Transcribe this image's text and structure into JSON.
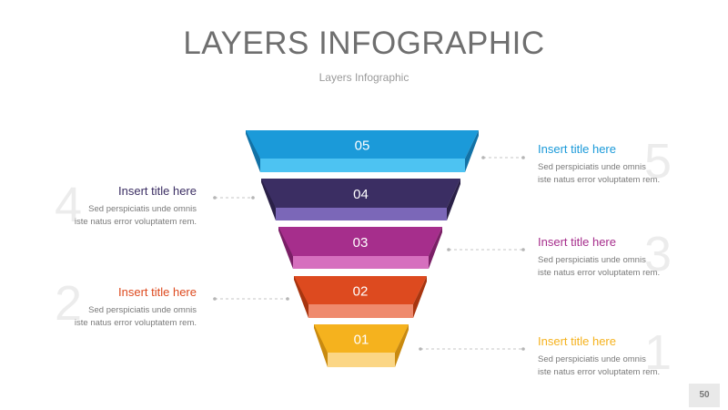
{
  "header": {
    "title": "LAYERS INFOGRAPHIC",
    "subtitle": "Layers Infographic"
  },
  "layers": [
    {
      "label": "05",
      "color_top": "#1b9ad9",
      "color_front": "#4dc3f2",
      "color_side": "#1272a6"
    },
    {
      "label": "04",
      "color_top": "#3b2e63",
      "color_front": "#7b67b8",
      "color_side": "#2a2047"
    },
    {
      "label": "03",
      "color_top": "#a62e8c",
      "color_front": "#d66fbe",
      "color_side": "#7a1f66"
    },
    {
      "label": "02",
      "color_top": "#dd4a1f",
      "color_front": "#ef8a6d",
      "color_side": "#a8350f"
    },
    {
      "label": "01",
      "color_top": "#f5b21e",
      "color_front": "#fbd685",
      "color_side": "#c98a0f"
    }
  ],
  "callouts": [
    {
      "num": "5",
      "title": "Insert title here",
      "desc_line1": "Sed perspiciatis unde omnis",
      "desc_line2": "iste natus error voluptatem rem.",
      "color": "#1b9ad9"
    },
    {
      "num": "4",
      "title": "Insert title here",
      "desc_line1": "Sed perspiciatis unde omnis",
      "desc_line2": "iste natus error voluptatem rem.",
      "color": "#3b2e63"
    },
    {
      "num": "3",
      "title": "Insert title here",
      "desc_line1": "Sed perspiciatis unde omnis",
      "desc_line2": "iste natus error voluptatem rem.",
      "color": "#a62e8c"
    },
    {
      "num": "2",
      "title": "Insert title here",
      "desc_line1": "Sed perspiciatis unde omnis",
      "desc_line2": "iste natus error voluptatem rem.",
      "color": "#dd4a1f"
    },
    {
      "num": "1",
      "title": "Insert title here",
      "desc_line1": "Sed perspiciatis unde omnis",
      "desc_line2": "iste natus error voluptatem rem.",
      "color": "#f5b21e"
    }
  ],
  "footer": {
    "page_number": "50"
  }
}
